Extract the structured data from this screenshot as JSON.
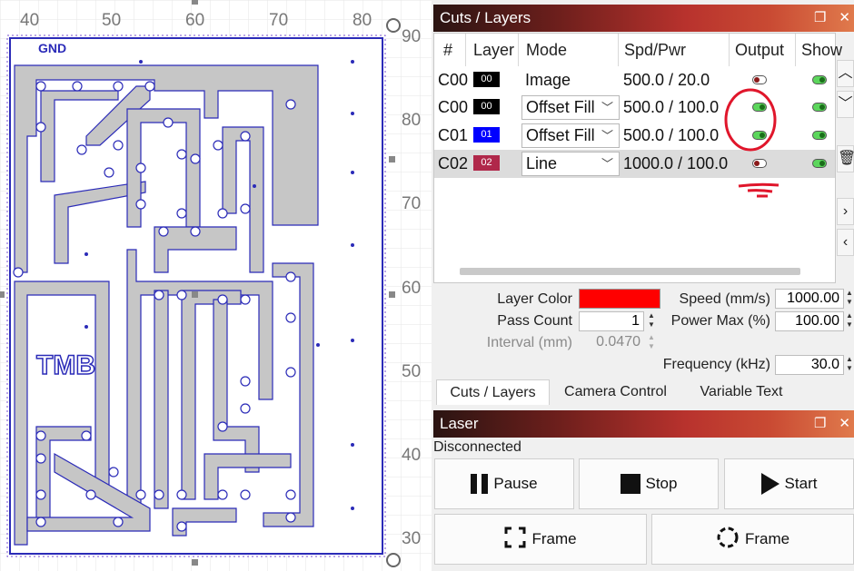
{
  "ruler": {
    "top": [
      "40",
      "50",
      "60",
      "70",
      "80"
    ],
    "right": [
      "90",
      "80",
      "70",
      "60",
      "50",
      "40",
      "30"
    ]
  },
  "board": {
    "gnd_label": "GND",
    "tmb_label": "TMB"
  },
  "layers_panel": {
    "title": "Cuts / Layers",
    "columns": [
      "#",
      "Layer",
      "Mode",
      "Spd/Pwr",
      "Output",
      "Show"
    ],
    "rows": [
      {
        "num": "C00",
        "layer": "00",
        "color": "#000000",
        "mode": "Image",
        "mode_dropdown": false,
        "spd_pwr": "500.0 / 20.0",
        "output": false,
        "show": true,
        "selected": false
      },
      {
        "num": "C00",
        "layer": "00",
        "color": "#000000",
        "mode": "Offset Fill",
        "mode_dropdown": true,
        "spd_pwr": "500.0 / 100.0",
        "output": true,
        "show": true,
        "selected": false
      },
      {
        "num": "C01",
        "layer": "01",
        "color": "#0000ff",
        "mode": "Offset Fill",
        "mode_dropdown": true,
        "spd_pwr": "500.0 / 100.0",
        "output": true,
        "show": true,
        "selected": false
      },
      {
        "num": "C02",
        "layer": "02",
        "color": "#b0284a",
        "mode": "Line",
        "mode_dropdown": true,
        "spd_pwr": "1000.0 / 100.0",
        "output": false,
        "show": true,
        "selected": true
      }
    ]
  },
  "layer_props": {
    "layer_color_label": "Layer Color",
    "layer_color": "#ff0000",
    "pass_count_label": "Pass Count",
    "pass_count": "1",
    "interval_label": "Interval (mm)",
    "interval": "0.0470",
    "speed_label": "Speed (mm/s)",
    "speed": "1000.00",
    "power_max_label": "Power Max (%)",
    "power_max": "100.00",
    "frequency_label": "Frequency (kHz)",
    "frequency": "30.0"
  },
  "tabs": [
    "Cuts / Layers",
    "Camera Control",
    "Variable Text"
  ],
  "laser_panel": {
    "title": "Laser",
    "status": "Disconnected",
    "pause_label": "Pause",
    "stop_label": "Stop",
    "start_label": "Start",
    "frame_label": "Frame",
    "frame2_label": "Frame"
  },
  "colors": {
    "accent_red": "#e0162b",
    "trace_blue": "#2b2bb8",
    "toggle_on": "#22aa22",
    "toggle_off": "#8b1a1a"
  },
  "icons": [
    "restore-icon",
    "close-icon",
    "arrow-up-icon",
    "arrow-down-icon",
    "trash-icon",
    "arrow-right-icon",
    "arrow-left-icon",
    "pause-icon",
    "stop-icon",
    "play-icon",
    "frame-icon",
    "frame-circle-icon"
  ]
}
